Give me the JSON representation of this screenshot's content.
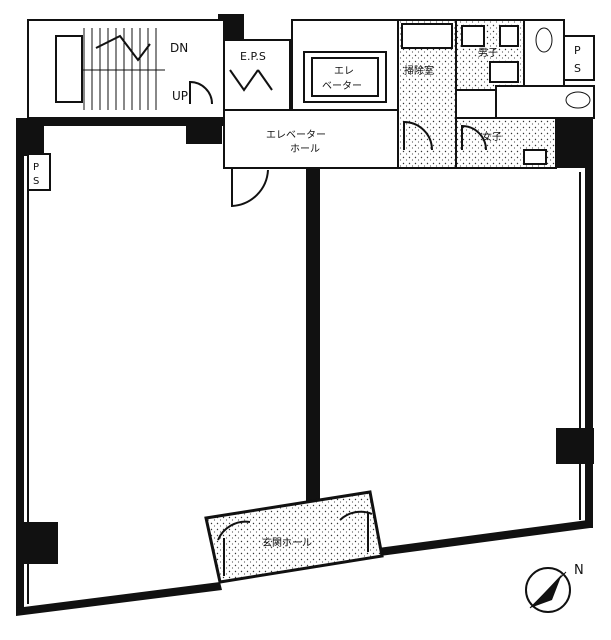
{
  "labels": {
    "dn": "DN",
    "up": "UP",
    "eps": "E.P.S",
    "elevator_line1": "エレ",
    "elevator_line2": "ベーター",
    "hall_line1": "エレベーター",
    "hall_line2": "ホール",
    "cleaning": "掃除室",
    "restroom_men": "男子",
    "restroom_women": "女子",
    "ps_left_1": "P",
    "ps_left_2": "S",
    "ps_right_1": "P",
    "ps_right_2": "S",
    "entrance": "玄関ホール",
    "north": "N"
  }
}
